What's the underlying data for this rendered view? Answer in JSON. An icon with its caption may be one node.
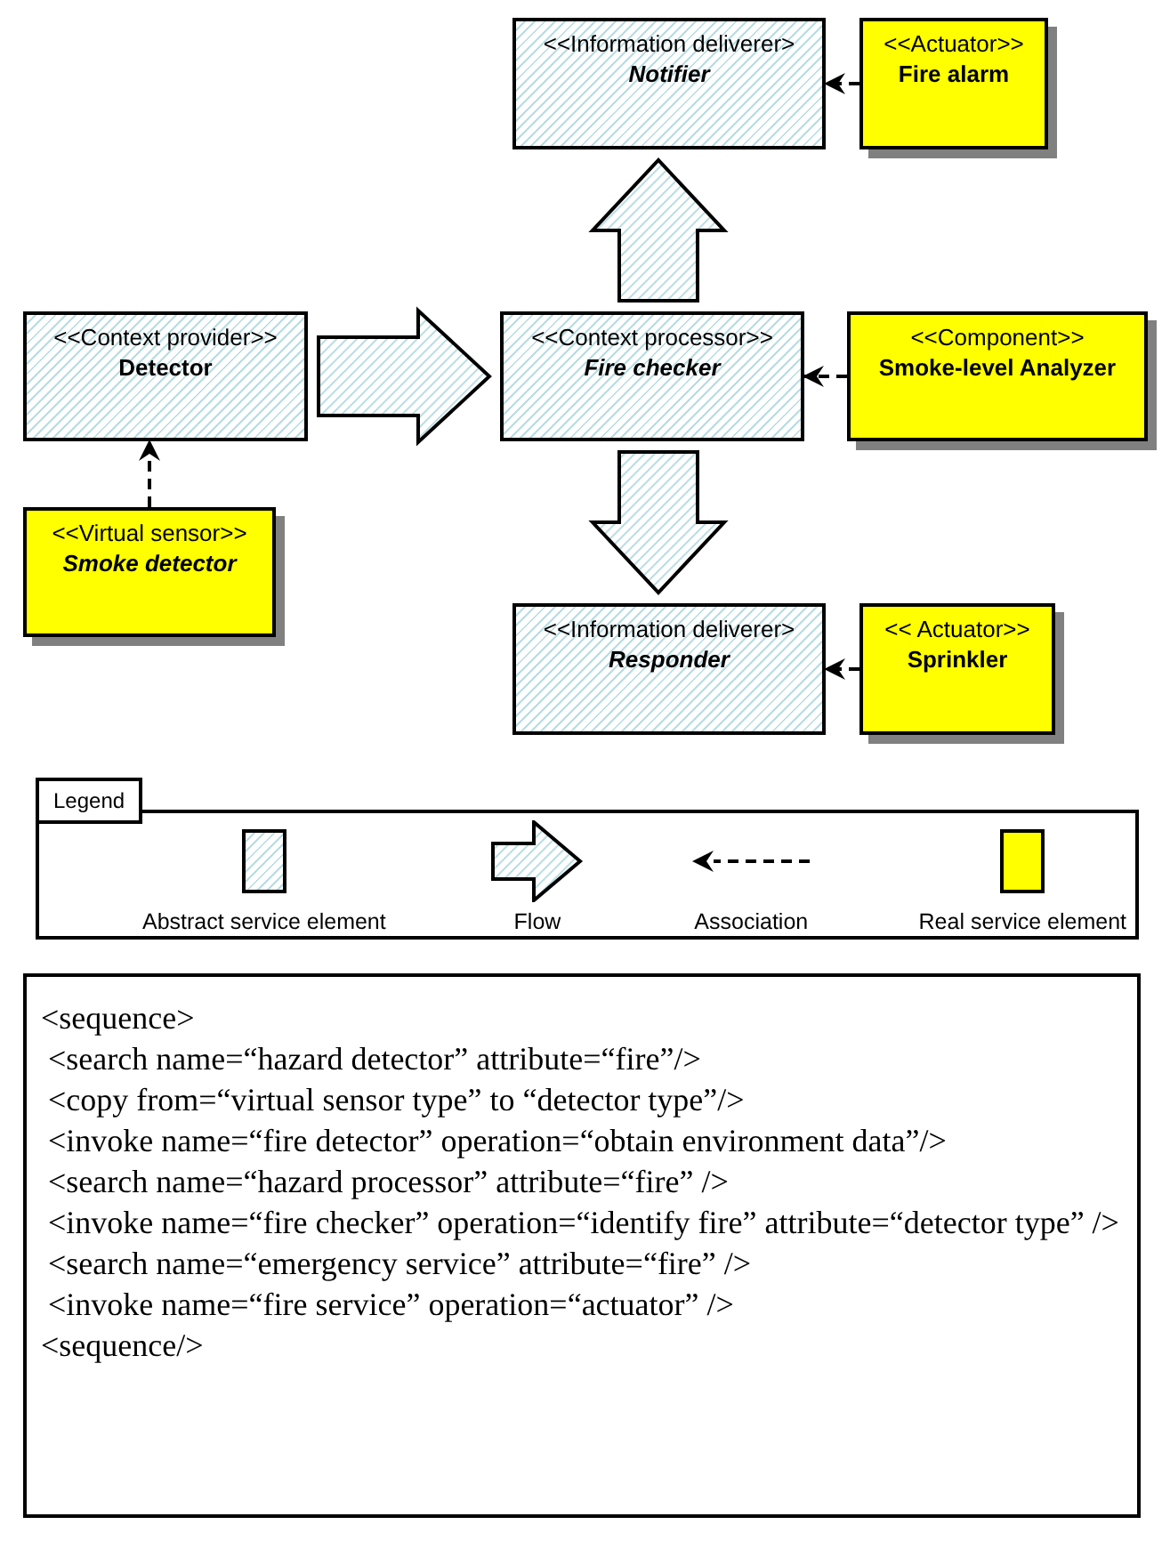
{
  "diagram": {
    "nodes": [
      {
        "text": [
          "<<Information deliverer>",
          "Notifier"
        ]
      },
      {
        "text": [
          "<<Actuator>>",
          "Fire alarm"
        ]
      },
      {
        "text": [
          "<<Context provider>>",
          "Detector"
        ]
      },
      {
        "text": [
          "<<Context processor>>",
          "Fire checker"
        ]
      },
      {
        "text": [
          "<<Component>>",
          "Smoke-level Analyzer"
        ]
      },
      {
        "text": [
          "<<Virtual sensor>>",
          "Smoke detector"
        ]
      },
      {
        "text": [
          "<<Information deliverer>",
          "Responder"
        ]
      },
      {
        "text": [
          "<< Actuator>>",
          "Sprinkler"
        ]
      },
      {
        "text": [
          "<sequence>",
          "<search name=“hazard detector” attribute=“fire”/>",
          "<copy from=“virtual sensor type” to “detector type”/>",
          "<invoke name=“fire detector” operation=“obtain environment data”/>",
          "<search name=“hazard processor” attribute=“fire” />",
          "<invoke name=“fire checker” operation=“identify fire” attribute=“detector type” />",
          "<search name=“emergency service” attribute=“fire” />",
          "<invoke name=“fire service” operation=“actuator” />",
          "<sequence/>"
        ]
      }
    ],
    "edges": [
      {
        "from": 1,
        "to": 0,
        "arrow": "to",
        "style": "dashed"
      },
      {
        "from": 3,
        "to": 0,
        "arrow": "to",
        "style": "thick"
      },
      {
        "from": 2,
        "to": 3,
        "arrow": "to",
        "style": "thick"
      },
      {
        "from": 4,
        "to": 3,
        "arrow": "to",
        "style": "dashed"
      },
      {
        "from": 5,
        "to": 2,
        "arrow": "to",
        "style": "dashed"
      },
      {
        "from": 3,
        "to": 6,
        "arrow": "to",
        "style": "thick"
      },
      {
        "from": 7,
        "to": 6,
        "arrow": "to",
        "style": "dashed"
      }
    ],
    "labels": [
      "Legend"
    ],
    "legend": [
      {
        "text": "Abstract service element"
      },
      {
        "text": "Flow"
      },
      {
        "text": "Association"
      },
      {
        "text": "Real service element",
        "color": "#ffff00"
      }
    ]
  }
}
